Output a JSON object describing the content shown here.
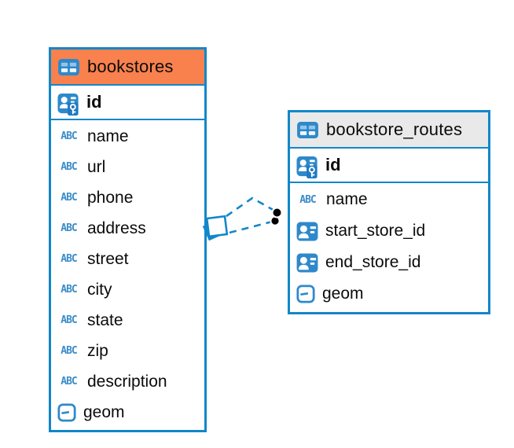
{
  "app": {
    "view": "entity-relationship-diagram"
  },
  "colors": {
    "table_border": "#1287C9",
    "bookstores_header": "#F8814D",
    "bookstore_routes_header": "#E9E9E9",
    "icon_blue": "#2E89CB",
    "connector_line": "#1287C9",
    "connector_dot": "#000000",
    "text": "#0b0b0b"
  },
  "icons": {
    "text_type_glyph": "ABC",
    "table_icon": "table-grid-icon",
    "pk_icon": "person-key-icon",
    "fk_icon": "person-card-icon",
    "geom_icon": "box-dash-icon"
  },
  "tables": [
    {
      "title": "bookstores",
      "pk": {
        "name": "id",
        "type": "primary-key"
      },
      "columns": [
        {
          "name": "name",
          "type": "text"
        },
        {
          "name": "url",
          "type": "text"
        },
        {
          "name": "phone",
          "type": "text"
        },
        {
          "name": "address",
          "type": "text"
        },
        {
          "name": "street",
          "type": "text"
        },
        {
          "name": "city",
          "type": "text"
        },
        {
          "name": "state",
          "type": "text"
        },
        {
          "name": "zip",
          "type": "text"
        },
        {
          "name": "description",
          "type": "text"
        },
        {
          "name": "geom",
          "type": "geometry"
        }
      ]
    },
    {
      "title": "bookstore_routes",
      "pk": {
        "name": "id",
        "type": "primary-key"
      },
      "columns": [
        {
          "name": "name",
          "type": "text"
        },
        {
          "name": "start_store_id",
          "type": "foreign-key"
        },
        {
          "name": "end_store_id",
          "type": "foreign-key"
        },
        {
          "name": "geom",
          "type": "geometry"
        }
      ]
    }
  ],
  "connections": {
    "line_style": "dashed",
    "count": 2,
    "left_endpoint_icon": "stacked-squares-icon",
    "right_endpoint_icon": "double-black-dot-icon"
  }
}
